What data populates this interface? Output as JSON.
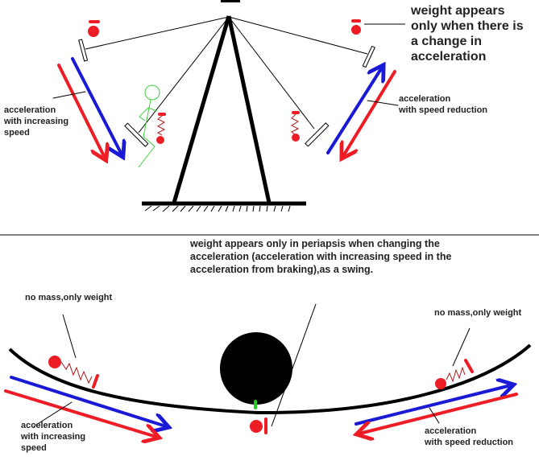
{
  "colors": {
    "ink": "#000000",
    "red": "#ee1c24",
    "blue": "#1a1ad6",
    "green": "#22cc22",
    "figure_green": "#3fcf3f",
    "spring": "#b01818"
  },
  "top_panel": {
    "title_note": "weight appears\nonly when there is\na change in\nacceleration",
    "left_arrows_label": "acceleration\nwith increasing\nspeed",
    "right_arrows_label": "acceleration\nwith speed reduction"
  },
  "bottom_panel": {
    "title_note": "weight appears only in periapsis when changing the\nacceleration (acceleration with increasing speed in the\nacceleration from braking),as a swing.",
    "left_mass_label": "no mass,only weight",
    "right_mass_label": "no mass,only weight",
    "left_arrows_label": "acceleration\nwith increasing\nspeed",
    "right_arrows_label": "acceleration\nwith speed reduction"
  },
  "icons": {
    "swing_frame": "a-frame-swing",
    "planet": "black-circle-planet",
    "weight": "red-ball-weight",
    "spring": "zigzag-spring",
    "person": "stick-figure"
  }
}
